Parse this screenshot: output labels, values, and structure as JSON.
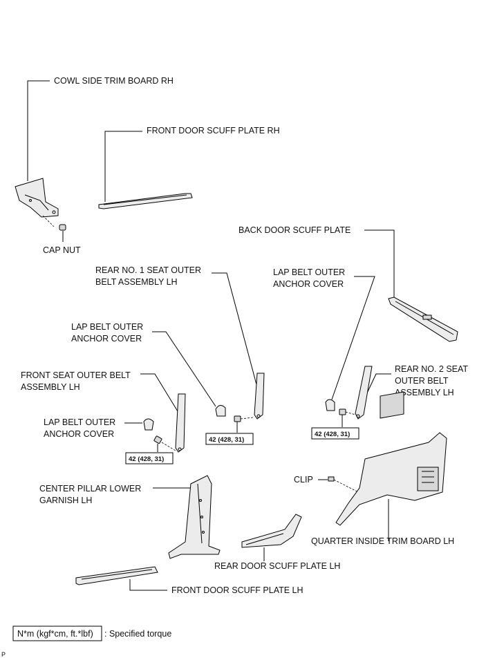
{
  "labels": {
    "cowl_side_trim_board_rh": "COWL SIDE TRIM BOARD RH",
    "front_door_scuff_plate_rh": "FRONT DOOR SCUFF PLATE RH",
    "cap_nut": "CAP NUT",
    "back_door_scuff_plate": "BACK DOOR SCUFF PLATE",
    "rear_no1_seat_outer_belt_lh": [
      "REAR NO. 1 SEAT OUTER",
      "BELT ASSEMBLY LH"
    ],
    "lap_belt_outer_anchor_cover_right": [
      "LAP BELT OUTER",
      "ANCHOR COVER"
    ],
    "lap_belt_outer_anchor_cover_mid": [
      "LAP BELT OUTER",
      "ANCHOR COVER"
    ],
    "front_seat_outer_belt_lh": [
      "FRONT SEAT OUTER BELT",
      "ASSEMBLY LH"
    ],
    "rear_no2_seat_outer_belt_lh": [
      "REAR NO. 2 SEAT",
      "OUTER BELT",
      "ASSEMBLY LH"
    ],
    "lap_belt_outer_anchor_cover_left": [
      "LAP BELT OUTER",
      "ANCHOR COVER"
    ],
    "center_pillar_lower_garnish_lh": [
      "CENTER PILLAR LOWER",
      "GARNISH LH"
    ],
    "clip": "CLIP",
    "quarter_inside_trim_board_lh": "QUARTER INSIDE TRIM BOARD LH",
    "rear_door_scuff_plate_lh": "REAR DOOR SCUFF PLATE LH",
    "front_door_scuff_plate_lh": "FRONT DOOR SCUFF PLATE LH"
  },
  "torque": {
    "front_belt": "42 (428, 31)",
    "rear_no1_belt": "42 (428, 31)",
    "rear_no2_belt": "42 (428, 31)"
  },
  "legend": {
    "unit_box": "N*m (kgf*cm, ft.*lbf)",
    "description": ": Specified torque"
  },
  "corner_mark": "P"
}
